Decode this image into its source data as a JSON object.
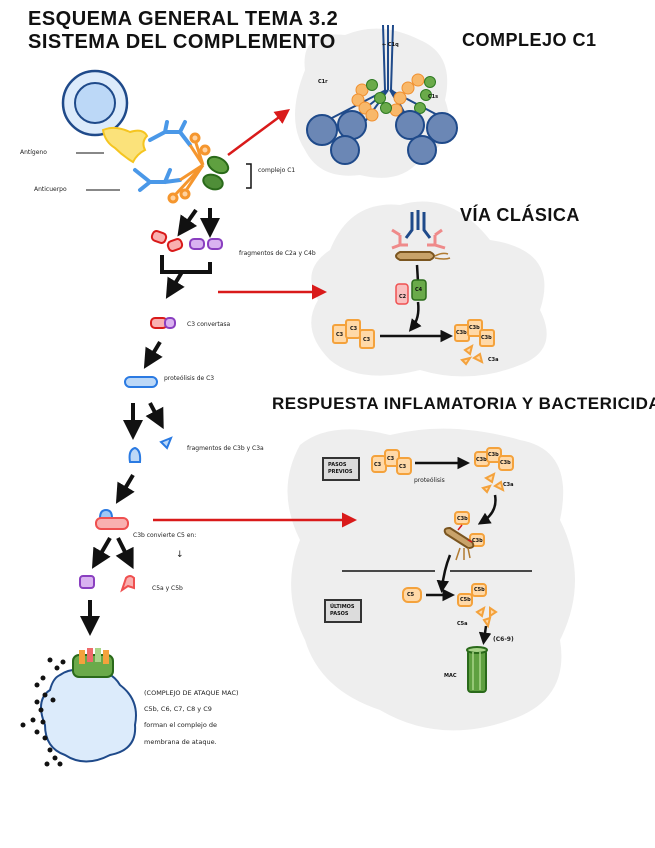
{
  "header": {
    "line1": "ESQUEMA   GENERAL TEMA 3.2",
    "line2": "SISTEMA  DEL  COMPLEMENTO"
  },
  "sections": {
    "complejo_c1": {
      "title": "COMPLEJO C1",
      "labels": {
        "c1q": "← C1q",
        "c1r": "C1r",
        "c1s": "C1s"
      }
    },
    "via_clasica": {
      "title": "VÍA CLÁSICA",
      "labels": {
        "c2": "C2",
        "c4": "C4",
        "c3": "C3",
        "c3b": "C3b",
        "c3a": "C3a"
      }
    },
    "respuesta": {
      "title": "RESPUESTA   INFLAMATORIA  Y  BACTERICIDA",
      "pasos_previos": "PASOS PREVIOS",
      "ultimos_pasos": "ÚLTIMOS PASOS",
      "proteolisis": "proteólisis",
      "labels": {
        "c3": "C3",
        "c3b": "C3b",
        "c3a": "C3a",
        "c5": "C5",
        "c5b": "C5b",
        "c5a": "C5a",
        "c6_9": "(C6-9)",
        "mac": "MAC"
      }
    }
  },
  "flow": {
    "antigeno": "Antígeno",
    "anticuerpo": "Anticuerpo",
    "complejo_c1": "complejo C1",
    "fragmentos_c2a_c4b": "fragmentos de C2a y C4b",
    "c3_convertasa": "C3 convertasa",
    "proteolisis_c3": "proteólisis de C3",
    "fragmentos_c3b_c3a": "fragmentos de C3b y C3a",
    "c3b_convierte": "C3b convierte C5 en:",
    "down_arrow": "↓",
    "c5a_c5b": "C5a y C5b",
    "mac_note": [
      "(COMPLEJO DE ATAQUE MAC)",
      "C5b, C6, C7, C8 y C9",
      "forman el complejo de",
      "membrana de ataque."
    ]
  },
  "colors": {
    "accent_red": "#d91a1a",
    "blue_dark": "#1f4a8a",
    "blue_light": "#cfe4fb",
    "orange": "#f4a23c",
    "orange_fill": "#ffd9a8",
    "green": "#3a8a2e",
    "purple": "#8a3fc0",
    "pink": "#ef6a6a",
    "bg_cloud": "#eeeeee"
  }
}
